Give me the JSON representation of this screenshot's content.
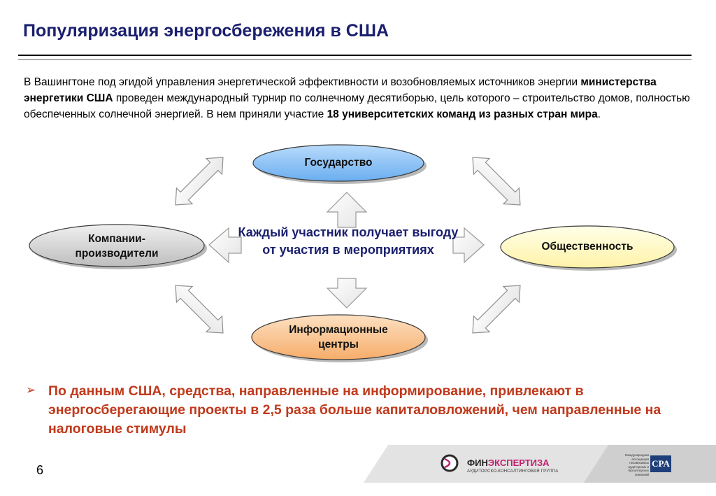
{
  "slide": {
    "title": "Популяризация энергосбережения в США",
    "page_number": "6"
  },
  "intro": {
    "p1": "В Вашингтоне под эгидой управления энергетической эффективности и возобновляемых источников энергии ",
    "p1_bold": "министерства энергетики США",
    "p2": " проведен международный турнир по солнечному десятиборью, цель которого – строительство домов, полностью обеспеченных солнечной энергией. В нем приняли участие ",
    "p2_bold": "18 университетских команд из разных стран мира",
    "p3": "."
  },
  "diagram": {
    "center": "Каждый участник получает выгоду от участия в мероприятиях",
    "nodes": {
      "top": "Государство",
      "left": "Компании-производители",
      "right": "Общественность",
      "bottom": "Информационные центры"
    },
    "colors": {
      "top": "#8ec3f5",
      "left": "#d9d9d9",
      "right": "#ffffcc",
      "bottom": "#f8c89a"
    }
  },
  "bullet": {
    "text": "По данным США, средства, направленные на информирование, привлекают в энергосберегающие проекты в 2,5 раза больше капиталовложений, чем направленные на налоговые стимулы",
    "color": "#c0391b"
  },
  "footer": {
    "logo_prefix": "ФИН",
    "logo_suffix": "ЭКСПЕРТИЗА",
    "logo_subtitle": "АУДИТОРСКО-КОНСАЛТИНГОВАЯ ГРУППА",
    "cpa": "CPA",
    "cpa_note": "Международная ассоциация независимых аудиторских и бухгалтерских компаний"
  }
}
